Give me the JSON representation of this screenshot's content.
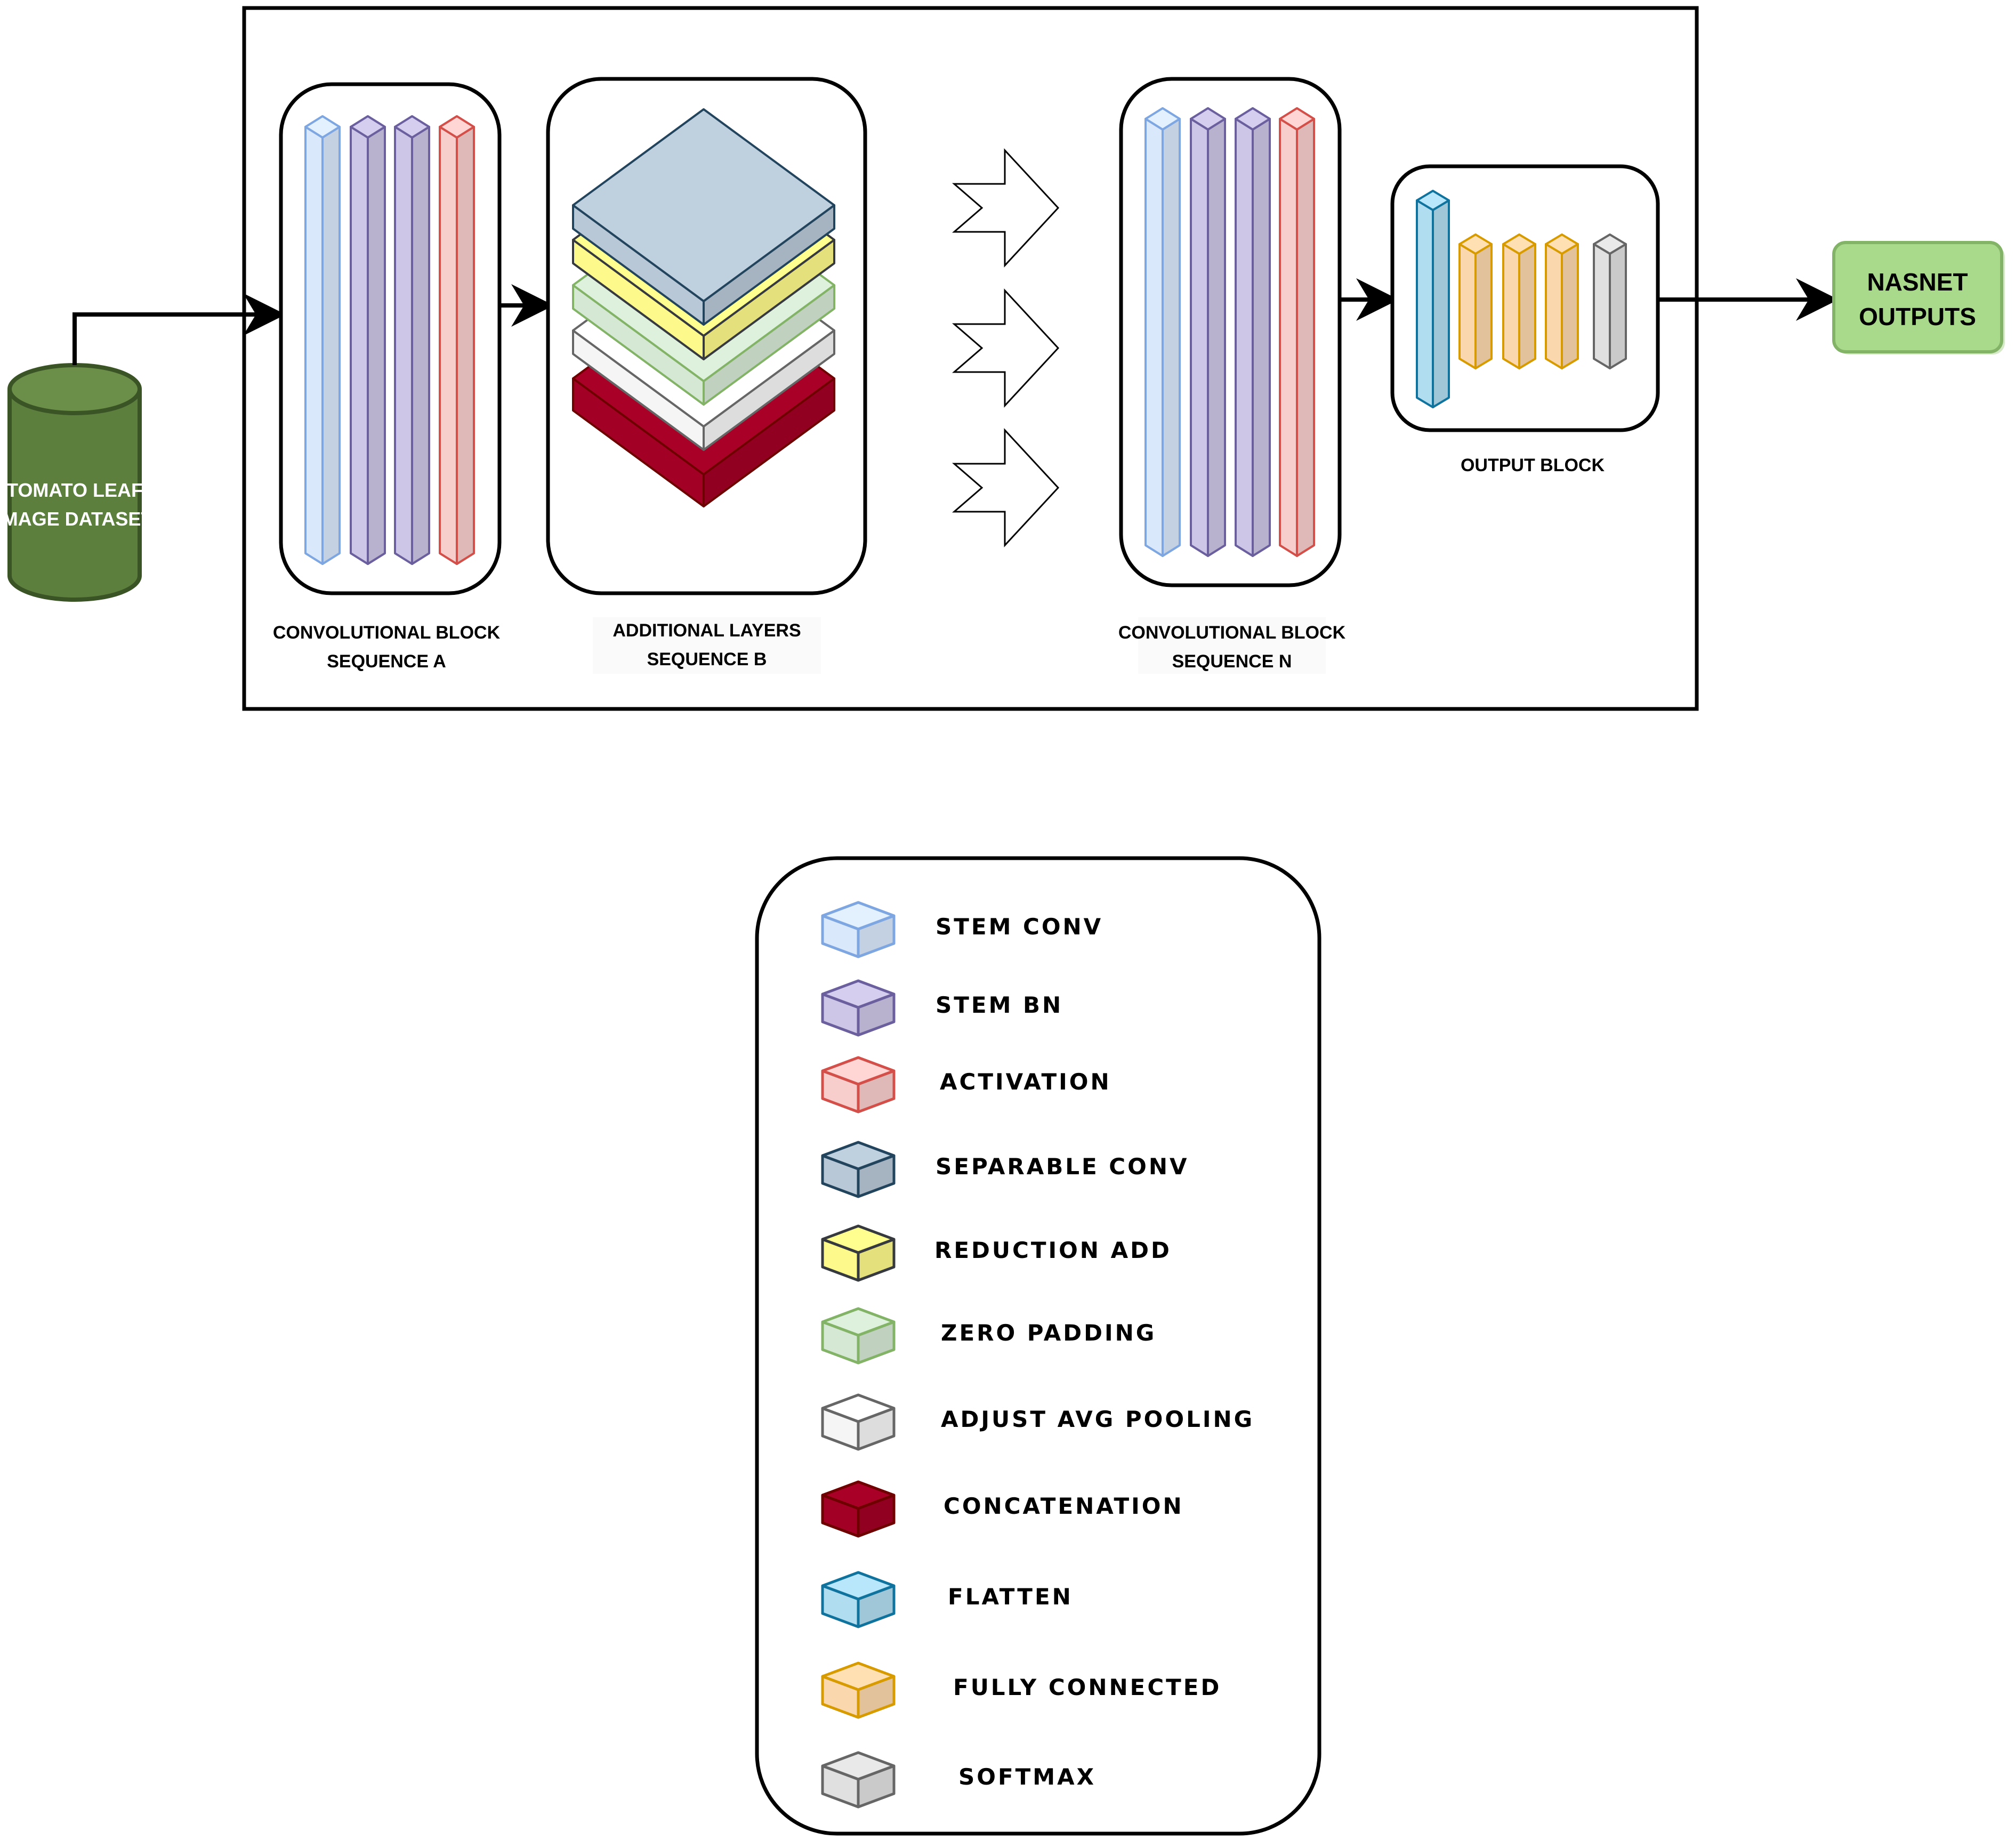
{
  "diagram": {
    "dataset_label": [
      "TOMATO LEAF",
      "IMAGE DATASET"
    ],
    "block_a_label": [
      "CONVOLUTIONAL BLOCK",
      "SEQUENCE A"
    ],
    "block_b_label": [
      "ADDITIONAL LAYERS",
      "SEQUENCE B"
    ],
    "block_n_label": [
      "CONVOLUTIONAL BLOCK",
      "SEQUENCE N"
    ],
    "output_block_label": "OUTPUT BLOCK",
    "outputs_label": [
      "NASNET",
      "OUTPUTS"
    ]
  },
  "legend": {
    "items": [
      {
        "label": "STEM CONV",
        "fill": "#dae8fc",
        "stroke": "#7ea6e0"
      },
      {
        "label": "STEM BN",
        "fill": "#cdc6e6",
        "stroke": "#6c5f9e"
      },
      {
        "label": "ACTIVATION",
        "fill": "#f8cecc",
        "stroke": "#d25049"
      },
      {
        "label": "SEPARABLE CONV",
        "fill": "#b8c8d6",
        "stroke": "#23445d"
      },
      {
        "label": "REDUCTION ADD",
        "fill": "#fdf98a",
        "stroke": "#36393d"
      },
      {
        "label": "ZERO PADDING",
        "fill": "#d5e8d4",
        "stroke": "#82b366"
      },
      {
        "label": "ADJUST AVG POOLING",
        "fill": "#f5f5f5",
        "stroke": "#666666"
      },
      {
        "label": "CONCATENATION",
        "fill": "#a20025",
        "stroke": "#6f0000"
      },
      {
        "label": "FLATTEN",
        "fill": "#b1ddf0",
        "stroke": "#10739e"
      },
      {
        "label": "FULLY CONNECTED",
        "fill": "#fad7ac",
        "stroke": "#d79b00"
      },
      {
        "label": "SOFTMAX",
        "fill": "#e0e0e0",
        "stroke": "#666666"
      }
    ]
  },
  "colors": {
    "dataset_fill": "#5d7f3e",
    "dataset_stroke": "#3a5426",
    "outputs_fill": "#a9d98a",
    "outputs_stroke": "#82b366"
  }
}
